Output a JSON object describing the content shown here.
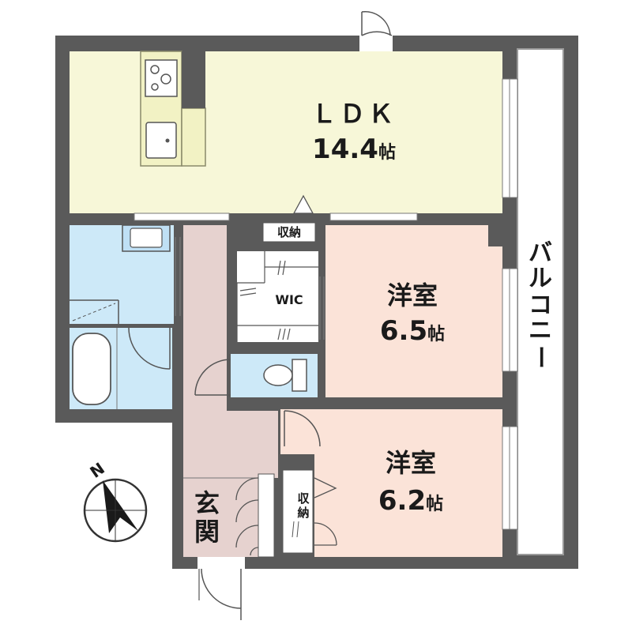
{
  "rooms": {
    "ldk": {
      "name": "ＬＤＫ",
      "size": "14.4",
      "unit": "帖"
    },
    "western1": {
      "name": "洋室",
      "size": "6.5",
      "unit": "帖"
    },
    "western2": {
      "name": "洋室",
      "size": "6.2",
      "unit": "帖"
    },
    "wic": {
      "name": "WIC"
    },
    "storage1": {
      "name": "収納"
    },
    "storage2": {
      "chars": [
        "収",
        "納"
      ]
    },
    "entrance": {
      "chars": [
        "玄",
        "関"
      ]
    },
    "balcony": {
      "chars": [
        "バ",
        "ル",
        "コ",
        "ニ",
        "ー"
      ]
    }
  },
  "compass": {
    "label": "N"
  },
  "colors": {
    "wall": "#5a5a5a",
    "ldk": "#f7f7d8",
    "bedroom": "#fbe3d8",
    "wet": "#cde9f8",
    "hall": "#e6d2cf",
    "floor_white": "#ffffff"
  }
}
